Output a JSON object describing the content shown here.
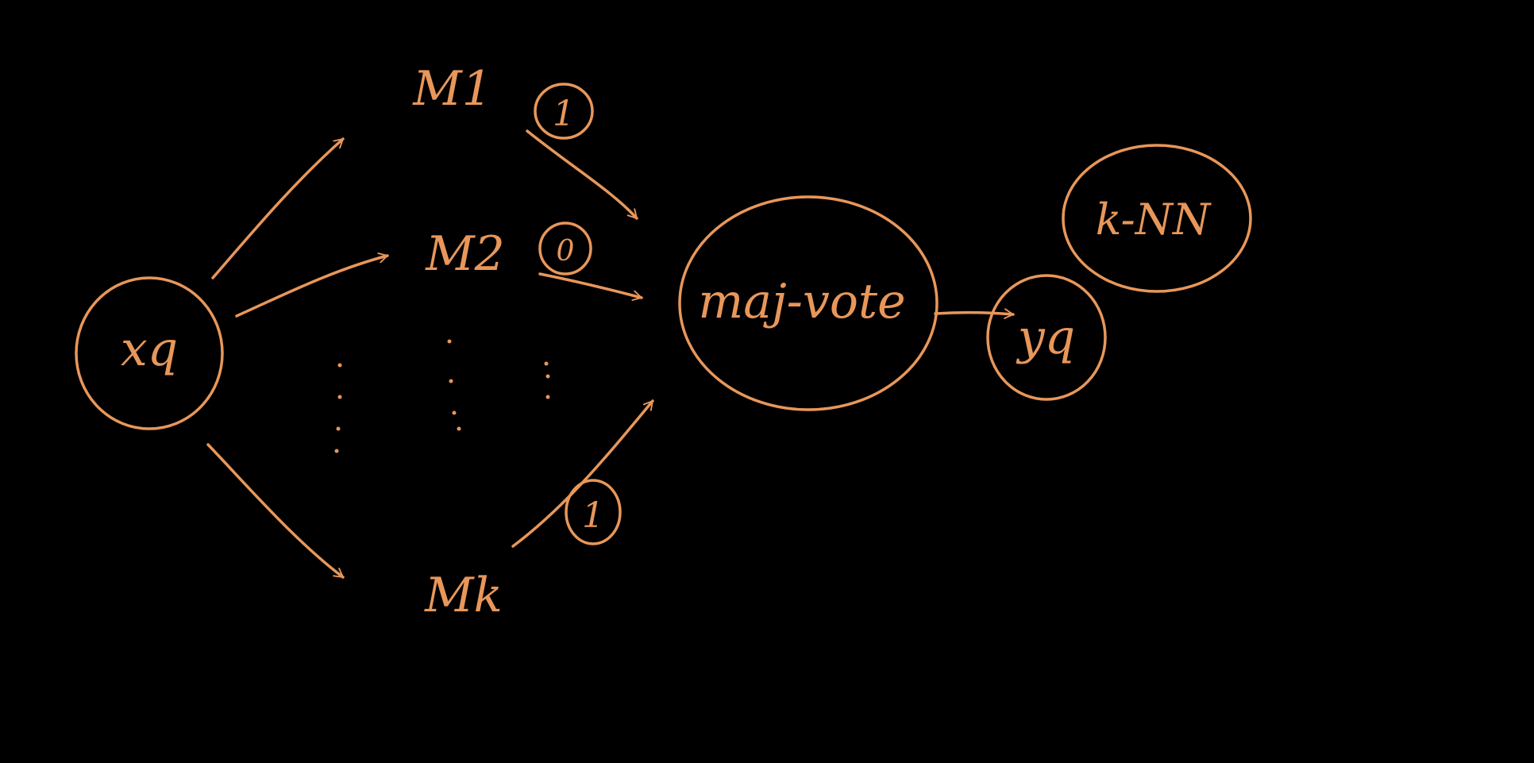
{
  "diagram": {
    "ink_color": "#e8975a",
    "background_color": "#000000",
    "input_node": {
      "label": "xq"
    },
    "models": [
      {
        "id": "m1",
        "label": "M1",
        "vote": "1"
      },
      {
        "id": "m2",
        "label": "M2",
        "vote": "0"
      },
      {
        "id": "mk",
        "label": "Mk",
        "vote": "1"
      }
    ],
    "aggregator": {
      "label": "maj-vote"
    },
    "output_node": {
      "label": "yq"
    },
    "note": {
      "label": "k-NN"
    }
  }
}
